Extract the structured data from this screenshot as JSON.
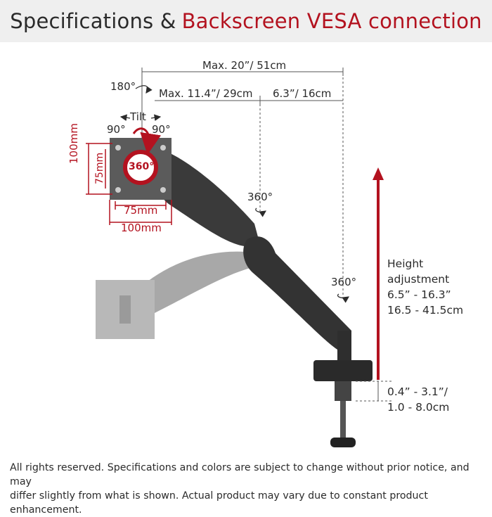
{
  "header": {
    "title_left": "Specifications &",
    "title_right": "Backscreen VESA connection"
  },
  "dimensions": {
    "max_reach": "Max. 20”/ 51cm",
    "max_inner": "Max. 11.4”/ 29cm",
    "outer_segment": "6.3”/ 16cm"
  },
  "rotation": {
    "top_swivel": "180°",
    "tilt_label": "Tilt",
    "tilt_left": "90°",
    "tilt_right": "90°",
    "rotate": "360°",
    "mid_swivel": "360°",
    "base_swivel": "360°"
  },
  "vesa": {
    "v_outer": "100mm",
    "v_inner": "75mm",
    "h_inner": "75mm",
    "h_outer": "100mm"
  },
  "height": {
    "title_line1": "Height",
    "title_line2": "adjustment",
    "range_in": "6.5” - 16.3”",
    "range_cm": "16.5 - 41.5cm"
  },
  "clamp": {
    "range_in": "0.4” - 3.1”/",
    "range_cm": "1.0 - 8.0cm"
  },
  "footer": {
    "line1": "All rights reserved. Specifications and colors are subject to change without prior notice, and may",
    "line2": "differ slightly from what is shown. Actual product may vary due to constant product enhancement."
  },
  "colors": {
    "accent_red": "#b3121f",
    "arm_dark": "#3a3a3a",
    "arm_ghost": "#9e9e9e",
    "header_bg": "#efefef"
  }
}
